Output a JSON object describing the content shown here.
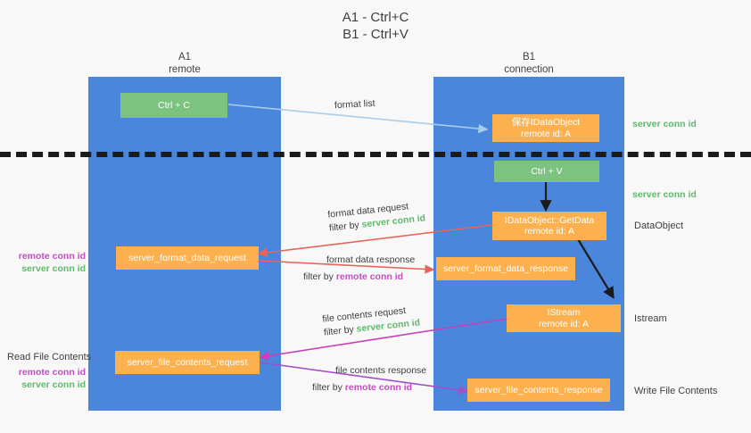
{
  "title": {
    "line1": "A1 - Ctrl+C",
    "line2": "B1 - Ctrl+V"
  },
  "columns": [
    {
      "id": "a1",
      "name": "A1",
      "sub": "remote"
    },
    {
      "id": "b1",
      "name": "B1",
      "sub": "connection"
    }
  ],
  "boxes": {
    "ctrl_c": {
      "line1": "Ctrl + C",
      "line2": ""
    },
    "ctrl_v": {
      "line1": "Ctrl + V",
      "line2": ""
    },
    "save_dataobject": {
      "line1": "保存IDataObject",
      "line2": "remote id: A"
    },
    "getdata": {
      "line1": "IDataObject::GetData",
      "line2": "remote id: A"
    },
    "istream": {
      "line1": "IStream",
      "line2": "remote id: A"
    },
    "format_data_request": {
      "line1": "server_format_data_request",
      "line2": ""
    },
    "format_data_response": {
      "line1": "server_format_data_response",
      "line2": ""
    },
    "file_contents_request": {
      "line1": "server_file_contents_request",
      "line2": ""
    },
    "file_contents_response": {
      "line1": "server_file_contents_response",
      "line2": ""
    }
  },
  "edge_labels": {
    "format_list": "format list",
    "format_data_request": "format data request",
    "format_data_request_filter_prefix": "filter by ",
    "format_data_request_filter_value": "server conn id",
    "format_data_response": "format data response",
    "format_data_response_filter_prefix": "filter by ",
    "format_data_response_filter_value": "remote conn id",
    "file_contents_request": "file contents request",
    "file_contents_request_filter_prefix": "filter by ",
    "file_contents_request_filter_value": "server conn id",
    "file_contents_response": "file contents response",
    "file_contents_response_filter_prefix": "filter by ",
    "file_contents_response_filter_value": "remote conn id"
  },
  "left_notes": {
    "mid_remote": "remote conn id",
    "mid_server": "server conn id",
    "read_file_contents": "Read File Contents",
    "low_remote": "remote conn id",
    "low_server": "server conn id"
  },
  "right_notes": {
    "server_conn_id_top": "server conn id",
    "server_conn_id_mid": "server conn id",
    "dataobject": "DataObject",
    "istream": "Istream",
    "write_file_contents": "Write File Contents"
  },
  "colors": {
    "lane": "#4a86dc",
    "green_box": "#7cc380",
    "orange_box": "#fcb04e",
    "green_text": "#5fb96a",
    "purple_text": "#c14ec1",
    "blue_arrow": "#a8cdea",
    "red_arrow": "#e8635a",
    "magenta_arrow": "#cc3fb8",
    "violet_arrow": "#a050c8",
    "black_arrow": "#1b1b1b",
    "background": "#f8f8f8"
  }
}
